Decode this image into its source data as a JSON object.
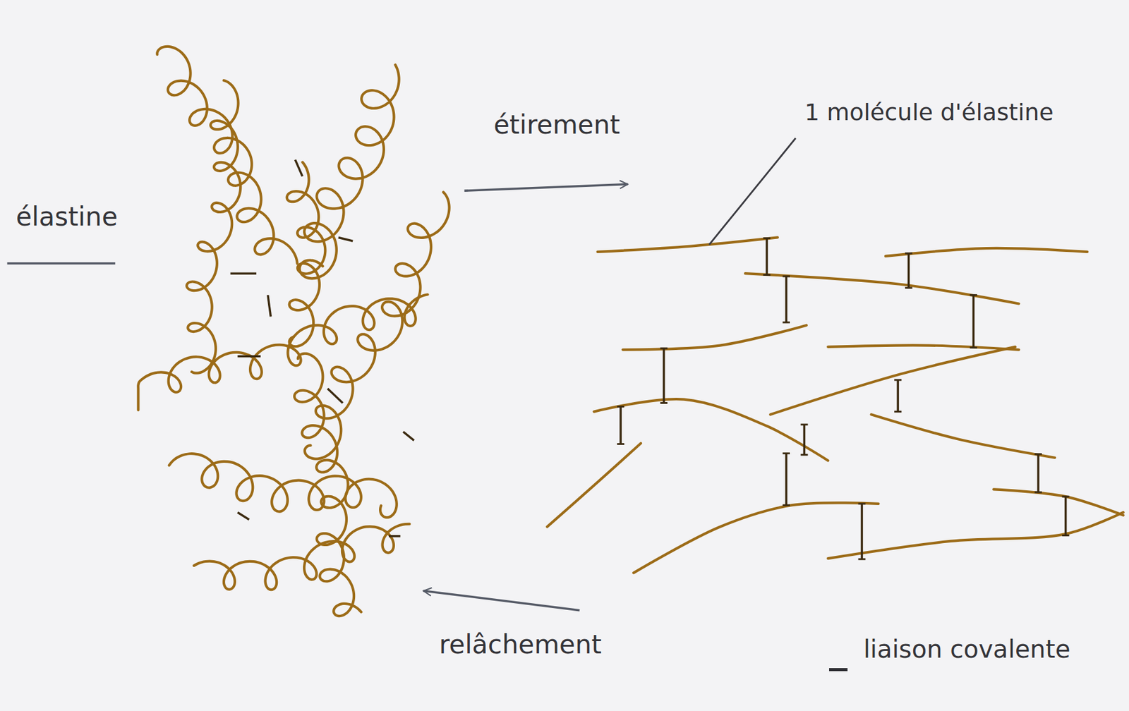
{
  "diagram": {
    "labels": [
      "élastine",
      "étirement",
      "1 molécule d'élastine",
      "relâchement"
    ],
    "legend": [
      {
        "text": "liaison covalente"
      }
    ]
  }
}
